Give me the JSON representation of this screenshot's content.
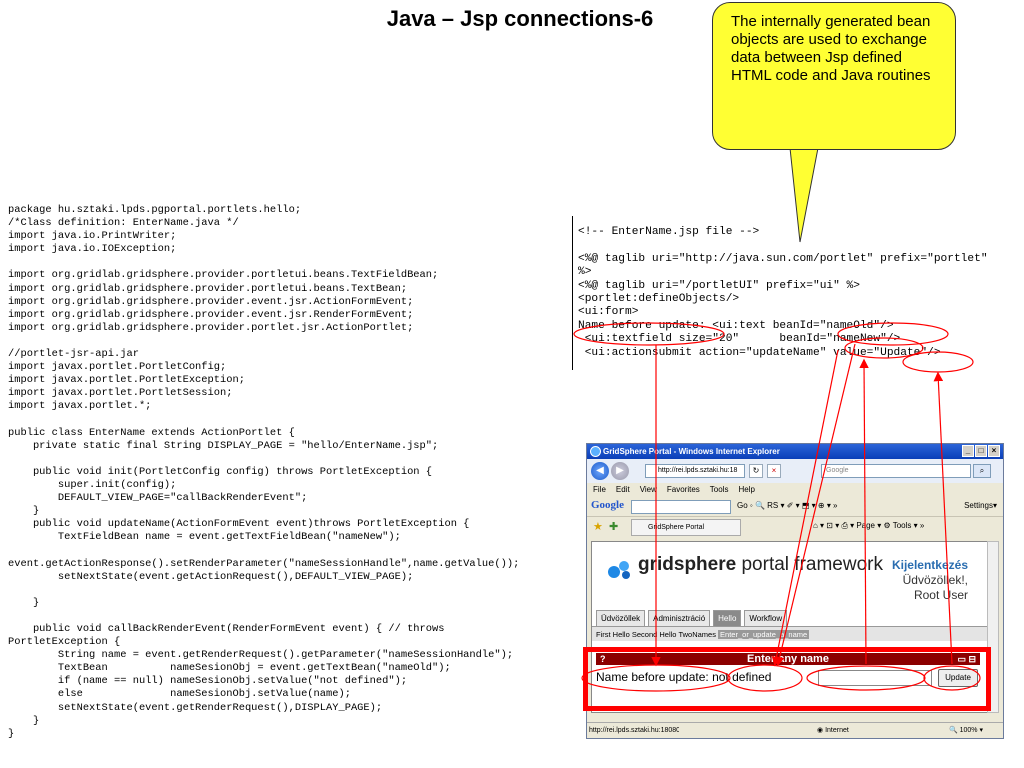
{
  "slide": {
    "title": "Java – Jsp connections-6",
    "callout": "The internally generated bean objects are used to exchange data between Jsp defined HTML code and Java routines"
  },
  "java_code": [
    "package hu.sztaki.lpds.pgportal.portlets.hello;",
    "/*Class definition: EnterName.java */",
    "import java.io.PrintWriter;",
    "import java.io.IOException;",
    "",
    "import org.gridlab.gridsphere.provider.portletui.beans.TextFieldBean;",
    "import org.gridlab.gridsphere.provider.portletui.beans.TextBean;",
    "import org.gridlab.gridsphere.provider.event.jsr.ActionFormEvent;",
    "import org.gridlab.gridsphere.provider.event.jsr.RenderFormEvent;",
    "import org.gridlab.gridsphere.provider.portlet.jsr.ActionPortlet;",
    "",
    "//portlet-jsr-api.jar",
    "import javax.portlet.PortletConfig;",
    "import javax.portlet.PortletException;",
    "import javax.portlet.PortletSession;",
    "import javax.portlet.*;",
    "",
    "public class EnterName extends ActionPortlet {",
    "    private static final String DISPLAY_PAGE = \"hello/EnterName.jsp\";",
    "",
    "    public void init(PortletConfig config) throws PortletException {",
    "        super.init(config);",
    "        DEFAULT_VIEW_PAGE=\"callBackRenderEvent\";",
    "    }",
    "    public void updateName(ActionFormEvent event)throws PortletException {",
    "        TextFieldBean name = event.getTextFieldBean(\"nameNew\");",
    "",
    "event.getActionResponse().setRenderParameter(\"nameSessionHandle\",name.getValue());",
    "        setNextState(event.getActionRequest(),DEFAULT_VIEW_PAGE);",
    "",
    "    }",
    "",
    "    public void callBackRenderEvent(RenderFormEvent event) { // throws",
    "PortletException {",
    "        String name = event.getRenderRequest().getParameter(\"nameSessionHandle\");",
    "        TextBean          nameSesionObj = event.getTextBean(\"nameOld\");",
    "        if (name == null) nameSesionObj.setValue(\"not defined\");",
    "        else              nameSesionObj.setValue(name);",
    "        setNextState(event.getRenderRequest(),DISPLAY_PAGE);",
    "    }",
    "}"
  ],
  "jsp_code": [
    "<!-- EnterName.jsp file -->",
    "",
    "<%@ taglib uri=\"http://java.sun.com/portlet\" prefix=\"portlet\"",
    "%>",
    "<%@ taglib uri=\"/portletUI\" prefix=\"ui\" %>",
    "<portlet:defineObjects/>",
    "<ui:form>",
    "Name before update: <ui:text beanId=\"nameOld\"/>",
    " <ui:textfield size=\"20\"      beanId=\"nameNew\"/>",
    " <ui:actionsubmit action=\"updateName\" value=\"Update\"/>"
  ],
  "browser": {
    "window_title": "GridSphere Portal - Windows Internet Explorer",
    "address": "http://rei.lpds.sztaki.hu:18",
    "search_placeholder": "Google",
    "menu": [
      "File",
      "Edit",
      "View",
      "Favorites",
      "Tools",
      "Help"
    ],
    "google_label": "Google",
    "google_tools": "Go ◦ 🔍 RS ▾ ✐ ▾ ⬒ ▾ ⊕ ▾ »",
    "settings": "Settings▾",
    "tab_label": "GridSphere Portal",
    "command_bar": "⌂ ▾ ⊡ ▾ ⎙ ▾ Page ▾ ⚙ Tools ▾ »",
    "status_url": "http://rei.lpds.sztaki.hu:18080/",
    "zone": "Internet",
    "zoom": "100%"
  },
  "portal": {
    "logo_bold": "gridsphere",
    "logo_rest": " portal framework",
    "login_title": "Kijelentkezés",
    "greeting_1": "Üdvözöllek!,",
    "greeting_2": "Root User",
    "tabs": [
      "Üdvözöllek",
      "Adminisztráció",
      "Hello",
      "Workflow"
    ],
    "active_tab": "Hello",
    "subnav": [
      "First Hello",
      "Second Hello",
      "TwoNames"
    ],
    "subnav_current": "Enter_or_update_a_name",
    "portlet_title": "Enter any name",
    "form_label": "Name before update: not defined",
    "update_button": "Update"
  },
  "colors": {
    "callout_fill": "#ffff33",
    "annotation_red": "#ff0000",
    "portlet_header": "#8b0000"
  }
}
